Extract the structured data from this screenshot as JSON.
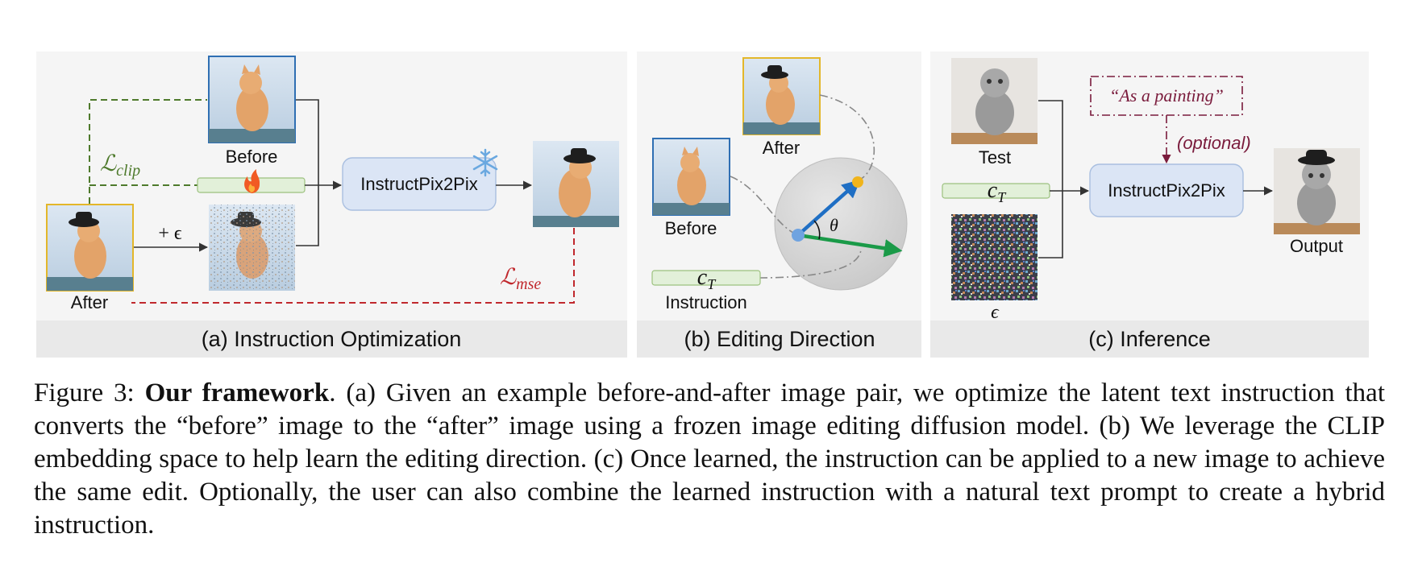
{
  "panels": {
    "a": {
      "caption": "(a) Instruction Optimization",
      "before_label": "Before",
      "after_label": "After",
      "noise_label": "+ ϵ",
      "model_label": "InstructPix2Pix",
      "loss_clip_main": "ℒ",
      "loss_clip_sub": "clip",
      "loss_mse_main": "ℒ",
      "loss_mse_sub": "mse",
      "trainable_icon": "fire-icon",
      "frozen_icon": "snowflake-icon"
    },
    "b": {
      "caption": "(b) Editing Direction",
      "after_label": "After",
      "before_label": "Before",
      "instruction_label": "Instruction",
      "ct_main": "c",
      "ct_sub": "T",
      "theta": "θ"
    },
    "c": {
      "caption": "(c) Inference",
      "test_label": "Test",
      "prompt_text": "“As a painting”",
      "optional_label": "(optional)",
      "model_label": "InstructPix2Pix",
      "ct_main": "c",
      "ct_sub": "T",
      "epsilon": "ϵ",
      "output_label": "Output"
    }
  },
  "caption": {
    "prefix": "Figure 3: ",
    "bold": "Our framework",
    "body": ".  (a) Given an example before-and-after image pair, we optimize the latent text instruction that converts the “before” image to the “after” image using a frozen image editing diffusion model. (b) We leverage the CLIP embedding space to help learn the editing direction. (c) Once learned, the instruction can be applied to a new image to achieve the same edit.  Optionally, the user can also combine the learned instruction with a natural text prompt to create a hybrid instruction."
  },
  "colors": {
    "green_dashed": "#4e7a2c",
    "red_dashed": "#c0282d",
    "maroon": "#7a1b3c",
    "model_box": "#dbe5f5",
    "ct_box": "#e2f0d9",
    "arrow_blue": "#1f6fc4",
    "arrow_green": "#1a9a48",
    "dot_yellow": "#f0b41c"
  }
}
